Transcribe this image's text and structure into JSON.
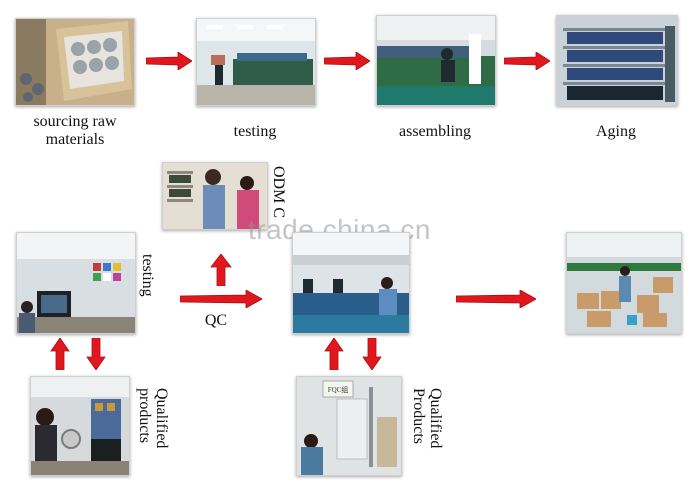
{
  "steps": {
    "sourcing": "sourcing raw\nmaterials",
    "testing_top": "testing",
    "assembling": "assembling",
    "aging": "Aging",
    "odm": "ODM C",
    "testing_side": "testing",
    "qc": "QC",
    "qualified_left": "Qualified\nproducts",
    "qualified_right": "Qualified\nProducts"
  },
  "sign_text": "FQC组",
  "watermark": "trade.china.cn",
  "colors": {
    "arrow": "#e0181e",
    "arrow_dark": "#a80e12",
    "text": "#111111"
  }
}
